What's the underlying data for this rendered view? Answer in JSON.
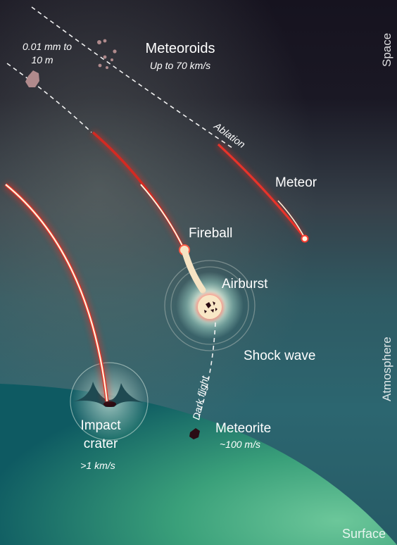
{
  "colors": {
    "space": "#15131f",
    "atmosphere": "#2f6a74",
    "ground": "#3aa07a",
    "streak": "#ff3b2f",
    "glow": "#fff3d6",
    "rock": "#b08a8c",
    "dark_rock": "#2a0d14"
  },
  "labels": {
    "space": "Space",
    "atmosphere": "Atmosphere",
    "surface": "Surface",
    "size_line1": "0.01 mm to",
    "size_line2": "10 m",
    "meteoroids": "Meteoroids",
    "meteoroids_speed": "Up to 70 km/s",
    "ablation": "Ablation",
    "meteor": "Meteor",
    "fireball": "Fireball",
    "airburst": "Airburst",
    "shock_wave": "Shock wave",
    "dark_flight": "Dark flight",
    "meteorite": "Meteorite",
    "meteorite_speed": "~100 m/s",
    "impact_line1": "Impact",
    "impact_line2": "crater",
    "impact_speed": ">1 km/s"
  }
}
